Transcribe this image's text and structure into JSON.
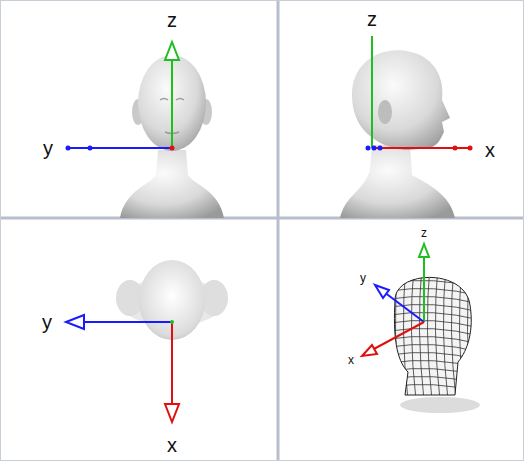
{
  "diagram": {
    "labels": [
      "z",
      "y",
      "z",
      "x",
      "y",
      "x",
      "z",
      "y",
      "x"
    ]
  }
}
